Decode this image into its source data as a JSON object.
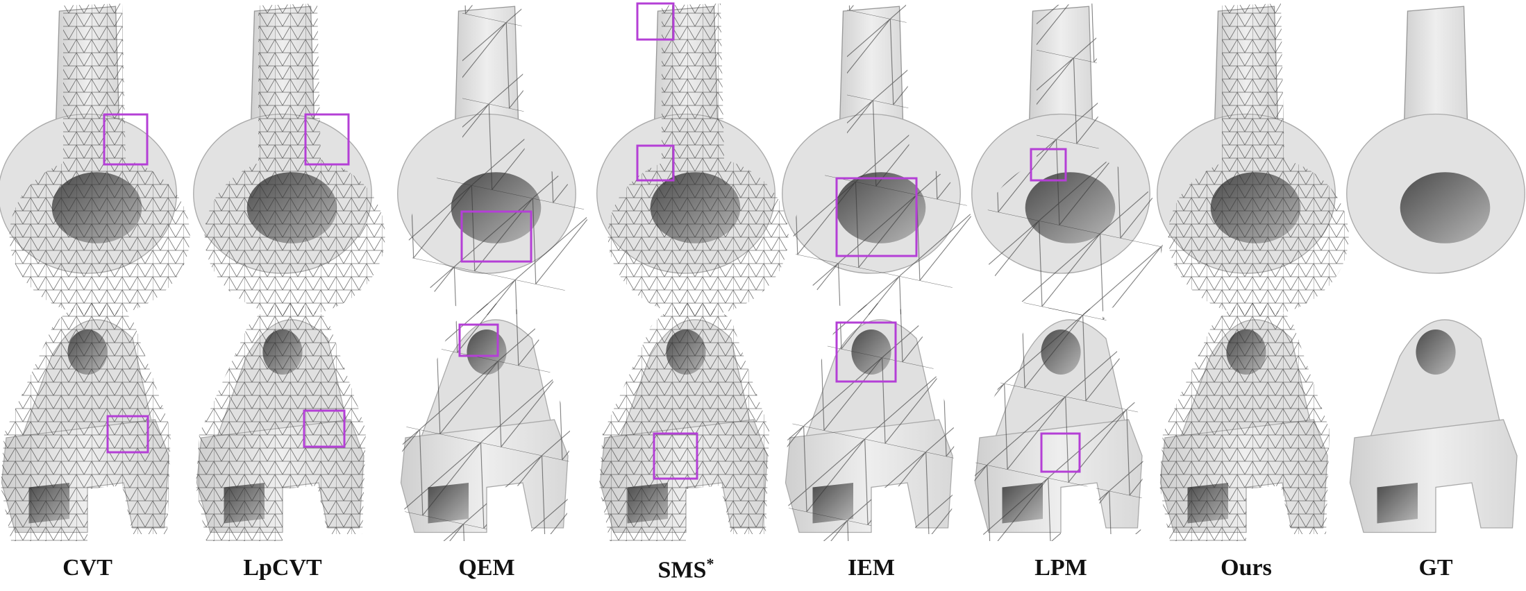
{
  "figure": {
    "methods": [
      {
        "label": "CVT",
        "mesh": "fine"
      },
      {
        "label": "LpCVT",
        "mesh": "fine"
      },
      {
        "label": "QEM",
        "mesh": "coarse"
      },
      {
        "label": "SMS",
        "sup": "*",
        "mesh": "fine"
      },
      {
        "label": "IEM",
        "mesh": "coarse"
      },
      {
        "label": "LPM",
        "mesh": "coarse"
      },
      {
        "label": "Ours",
        "mesh": "fine"
      },
      {
        "label": "GT",
        "mesh": "none"
      }
    ],
    "colors": {
      "highlight": "#b43fd6",
      "edge": "#222222",
      "surface": "#e6e6e6"
    }
  }
}
